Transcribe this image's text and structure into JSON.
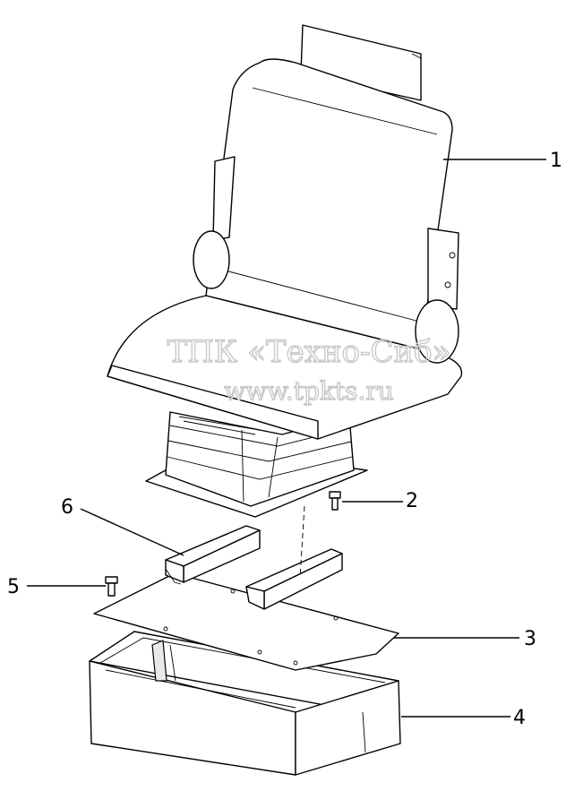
{
  "watermark": {
    "line1": "ТПК «Техно-Сиб»",
    "line2": "www.tpkts.ru"
  },
  "callouts": [
    "1",
    "2",
    "3",
    "4",
    "5",
    "6"
  ]
}
